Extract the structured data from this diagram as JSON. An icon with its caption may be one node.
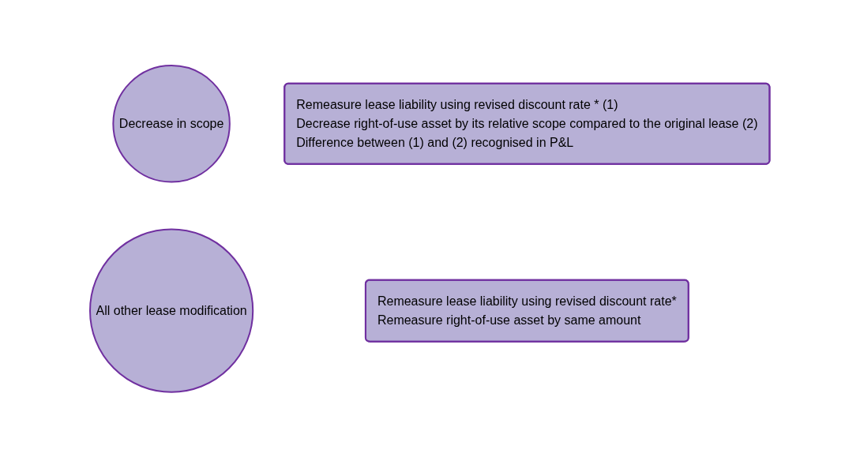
{
  "diagram": {
    "nodes": [
      {
        "text": [
          "Decrease in scope"
        ]
      },
      {
        "text": [
          "Remeasure lease liability using revised discount rate * (1)",
          "Decrease right-of-use asset by its relative scope compared to the original lease (2)",
          "Difference between (1) and (2) recognised in P&L"
        ]
      },
      {
        "text": [
          "All other lease modification"
        ]
      },
      {
        "text": [
          "Remeasure lease liability using revised discount rate*",
          "Remeasure right-of-use asset by same amount"
        ]
      }
    ],
    "edges": []
  }
}
